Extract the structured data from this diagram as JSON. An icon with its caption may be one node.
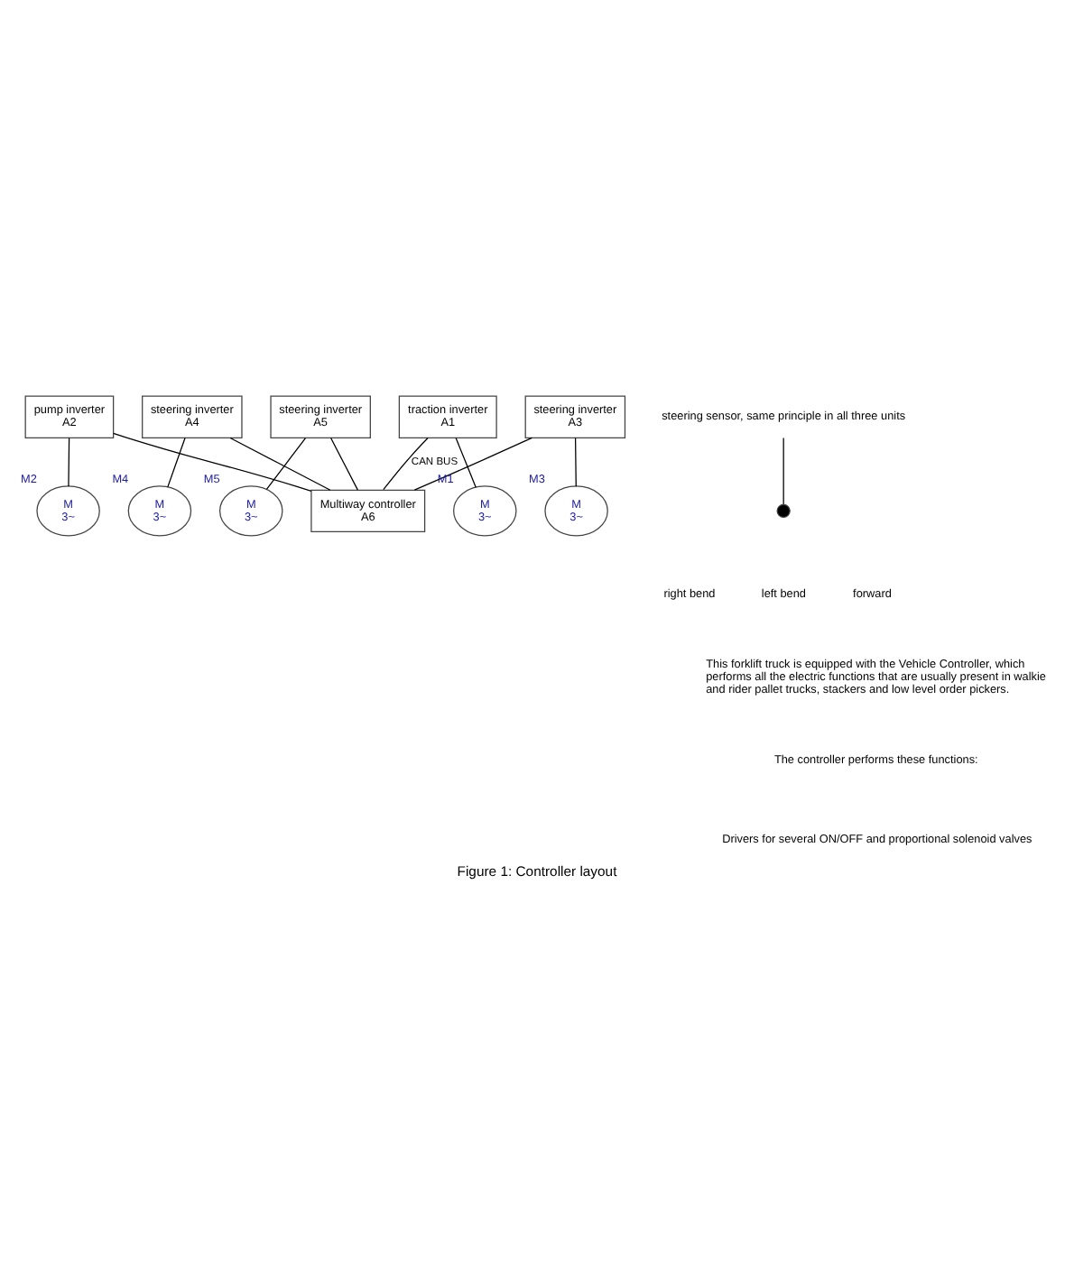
{
  "diagram": {
    "caption": "Figure 1: Controller layout",
    "nodes": [
      {
        "text": [
          "M",
          "3~"
        ],
        "beside": [
          "M5"
        ]
      },
      {
        "text": [
          "steering inverter",
          "A5"
        ]
      },
      {
        "text": [
          "M",
          "3~"
        ],
        "beside": [
          "M4"
        ]
      },
      {
        "text": [
          "steering inverter",
          "A4"
        ]
      },
      {
        "text": [
          "pump inverter",
          "A2"
        ]
      },
      {
        "text": [
          "steering inverter",
          "A3"
        ]
      },
      {
        "text": [
          "traction inverter",
          "A1"
        ]
      },
      {
        "text": [
          "M",
          "3~"
        ],
        "beside": [
          "M2"
        ]
      },
      {
        "text": [
          "M",
          "3~"
        ],
        "beside": [
          "M3"
        ]
      },
      {
        "text": [
          "M",
          "3~"
        ],
        "beside": [
          "M1"
        ]
      },
      {
        "text": [
          "Multiway controller",
          "A6"
        ]
      },
      {
        "text": [],
        "shape": "circle"
      },
      {
        "text": [
          "steering sensor, same principle in all three units"
        ]
      }
    ],
    "edges": [
      {
        "from": 1,
        "to": 0,
        "arrow": "none"
      },
      {
        "from": 3,
        "to": 2,
        "arrow": "none"
      },
      {
        "from": 4,
        "to": 7,
        "arrow": "none"
      },
      {
        "from": 5,
        "to": 8,
        "arrow": "none"
      },
      {
        "from": 6,
        "to": 9,
        "arrow": "none"
      },
      {
        "from": 1,
        "to": 10,
        "arrow": "none"
      },
      {
        "from": 4,
        "to": 10,
        "arrow": "none"
      },
      {
        "from": 5,
        "to": 10,
        "arrow": "none"
      },
      {
        "from": 6,
        "to": 10,
        "arrow": "none",
        "label": "CAN BUS"
      },
      {
        "from": 3,
        "to": 10,
        "arrow": "none"
      },
      {
        "from": 12,
        "to": 11,
        "arrow": "none"
      }
    ],
    "labels": [
      "right bend",
      "left bend",
      "forward",
      "This forklift truck is equipped with the Vehicle Controller, which performs all the electric functions that are usually present in walkie and rider pallet trucks, stackers and low level order pickers.",
      "The controller performs these functions:",
      "Drivers for several ON/OFF and proportional solenoid valves"
    ]
  }
}
